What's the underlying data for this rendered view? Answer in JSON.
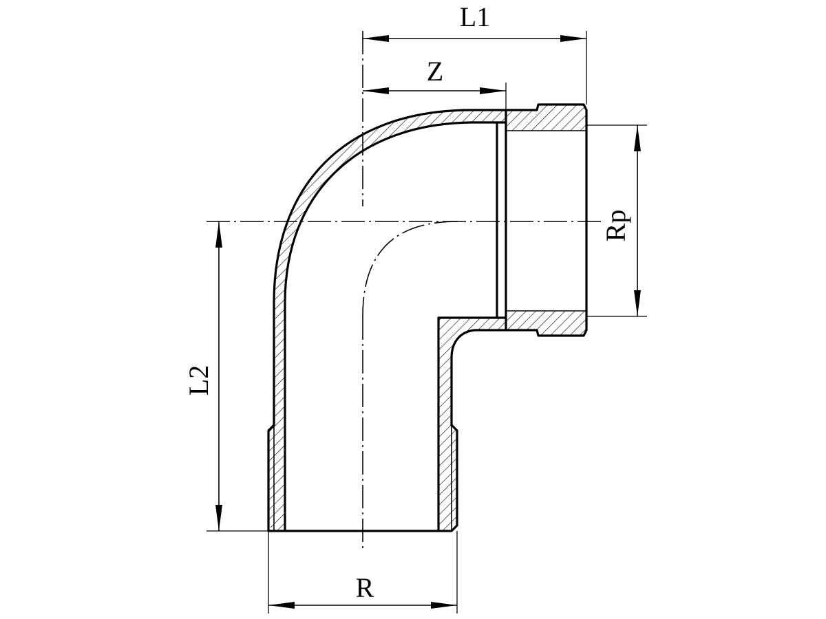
{
  "labels": {
    "l1": "L1",
    "z": "Z",
    "rp": "Rp",
    "l2": "L2",
    "r": "R"
  },
  "colors": {
    "line": "#000000",
    "background": "#ffffff"
  }
}
